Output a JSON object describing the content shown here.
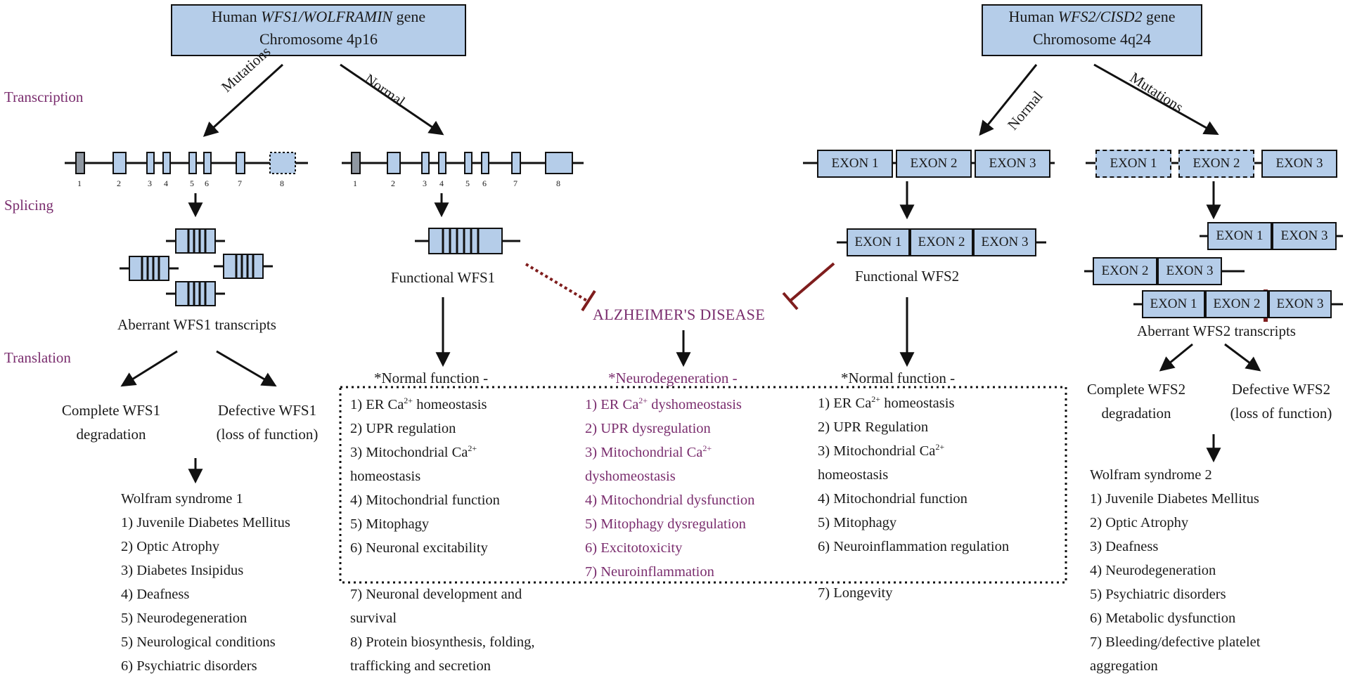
{
  "genes": {
    "wfs1": {
      "prefix": "Human ",
      "italic": "WFS1/WOLFRAMIN",
      "suffix": " gene",
      "chromosome": "Chromosome 4p16"
    },
    "wfs2": {
      "prefix": "Human ",
      "italic": "WFS2/CISD2",
      "suffix": " gene",
      "chromosome": "Chromosome 4q24"
    }
  },
  "stages": {
    "transcription": "Transcription",
    "splicing": "Splicing",
    "translation": "Translation"
  },
  "arrow_labels": {
    "mutations_left": "Mutations",
    "normal_left": "Normal",
    "normal_right": "Normal",
    "mutations_right": "Mutations"
  },
  "wfs1_exon_numbers": [
    "1",
    "2",
    "3",
    "4",
    "5",
    "6",
    "7",
    "8"
  ],
  "wfs2_exons": {
    "normal": [
      "EXON 1",
      "EXON 2",
      "EXON 3"
    ],
    "mutated": [
      "EXON 1",
      "EXON 2",
      "EXON 3"
    ],
    "functional": [
      "EXON 1",
      "EXON 2",
      "EXON 3"
    ],
    "aberrant_a": [
      "EXON 1",
      "EXON 3"
    ],
    "aberrant_b": [
      "EXON 2",
      "EXON 3"
    ],
    "aberrant_c": [
      "EXON 1",
      "EXON 2",
      "EXON 3"
    ]
  },
  "labels": {
    "aberrant_wfs1": "Aberrant WFS1 transcripts",
    "functional_wfs1": "Functional WFS1",
    "functional_wfs2": "Functional WFS2",
    "aberrant_wfs2": "Aberrant WFS2 transcripts",
    "alzheimers": "ALZHEIMER'S DISEASE",
    "complete_wfs1": [
      "Complete WFS1",
      "degradation"
    ],
    "defective_wfs1": [
      "Defective WFS1",
      "(loss of function)"
    ],
    "complete_wfs2": [
      "Complete WFS2",
      "degradation"
    ],
    "defective_wfs2": [
      "Defective WFS2",
      "(loss of function)"
    ]
  },
  "wolfram1": {
    "title": "Wolfram syndrome 1",
    "items": [
      "1) Juvenile Diabetes Mellitus",
      "2) Optic Atrophy",
      "3) Diabetes Insipidus",
      "4) Deafness",
      "5) Neurodegeneration",
      "5) Neurological conditions",
      "6) Psychiatric disorders"
    ]
  },
  "wolfram2": {
    "title": "Wolfram syndrome 2",
    "items": [
      "1) Juvenile Diabetes Mellitus",
      "2) Optic Atrophy",
      "3) Deafness",
      "4) Neurodegeneration",
      "5) Psychiatric disorders",
      "6) Metabolic dysfunction",
      "7) Bleeding/defective platelet",
      "aggregation"
    ]
  },
  "wfs1_function": {
    "heading": "*Normal function -",
    "l1_pre": "1) ER Ca",
    "l1_sup": "2+",
    "l1_post": " homeostasis",
    "l2": "2) UPR regulation",
    "l3_pre": "3) Mitochondrial Ca",
    "l3_sup": "2+",
    "l4": "homeostasis",
    "l5": "4) Mitochondrial function",
    "l6": "5) Mitophagy",
    "l7": "6) Neuronal excitability",
    "extra": [
      "7) Neuronal development and",
      "survival",
      "8) Protein biosynthesis, folding,",
      "trafficking and secretion"
    ]
  },
  "neuro": {
    "heading": "*Neurodegeneration -",
    "l1_pre": "1) ER Ca",
    "l1_sup": "2+",
    "l1_post": " dyshomeostasis",
    "l2": "2) UPR dysregulation",
    "l3_pre": "3) Mitochondrial  Ca",
    "l3_sup": "2+",
    "l4": "dyshomeostasis",
    "l5": "4) Mitochondrial dysfunction",
    "l6": "5) Mitophagy dysregulation",
    "l7": "6) Excitotoxicity",
    "l8": "7) Neuroinflammation"
  },
  "wfs2_function": {
    "heading": "*Normal function -",
    "l1_pre": "1) ER Ca",
    "l1_sup": "2+",
    "l1_post": " homeostasis",
    "l2": "2) UPR Regulation",
    "l3_pre": "3) Mitochondrial Ca",
    "l3_sup": "2+",
    "l4": "homeostasis",
    "l5": "4) Mitochondrial function",
    "l6": "5) Mitophagy",
    "l7": "6) Neuroinflammation regulation",
    "extra": "7) Longevity"
  },
  "colors": {
    "exon_fill": "#b5cde9",
    "accent_purple": "#7a2d6e",
    "inhibit_red": "#7f1d1d",
    "exon1_gray": "#8f97a1"
  }
}
